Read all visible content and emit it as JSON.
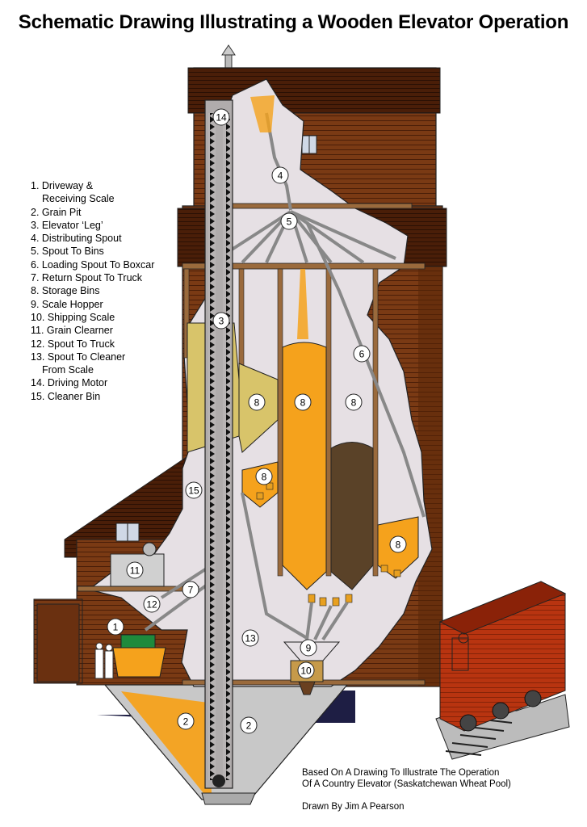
{
  "title": "Schematic Drawing Illustrating a Wooden Elevator Operation",
  "legend": [
    {
      "label": "1. Driveway &",
      "cont": "Receiving Scale"
    },
    {
      "label": "2. Grain Pit"
    },
    {
      "label": "3. Elevator ‘Leg’"
    },
    {
      "label": "4. Distributing Spout"
    },
    {
      "label": "5. Spout To Bins"
    },
    {
      "label": "6. Loading Spout To Boxcar"
    },
    {
      "label": "7. Return Spout To Truck"
    },
    {
      "label": "8. Storage Bins"
    },
    {
      "label": "9. Scale Hopper"
    },
    {
      "label": "10. Shipping Scale"
    },
    {
      "label": "11. Grain Clearner"
    },
    {
      "label": "12. Spout To Truck"
    },
    {
      "label": "13. Spout To Cleaner",
      "cont": "From Scale"
    },
    {
      "label": "14. Driving Motor"
    },
    {
      "label": "15. Cleaner Bin"
    }
  ],
  "callouts": [
    "14",
    "4",
    "5",
    "3",
    "6",
    "8",
    "8",
    "8",
    "8",
    "8",
    "15",
    "11",
    "7",
    "12",
    "1",
    "13",
    "9",
    "10",
    "2",
    "2"
  ],
  "credit": {
    "line1": "Based On A Drawing To Illustrate The Operation",
    "line2": "Of A Country Elevator (Saskatchewan Wheat Pool)",
    "drawn_by": "Drawn By Jim A Pearson"
  },
  "colors": {
    "wood": "#7a3a14",
    "roof": "#4a1e08",
    "interior": "#e6e0e4",
    "grain": "#f5a21c",
    "wheat_pale": "#d8c46a",
    "dark_grain": "#5a4228",
    "boxcar": "#b83410",
    "frame": "#9a6a3c"
  }
}
